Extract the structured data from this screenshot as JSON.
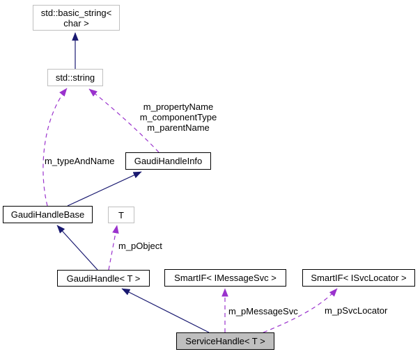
{
  "colors": {
    "background": "#ffffff",
    "text": "#000000",
    "inheritance_edge": "#191970",
    "usage_edge": "#9a32cd",
    "node_border": "#000000",
    "external_node_border": "#bfbfbf",
    "node_fill": "#ffffff",
    "selected_node_fill": "#bfbfbf"
  },
  "nodes": {
    "std_basic_string": {
      "lines": [
        "std::basic_string<",
        "char >"
      ]
    },
    "std_string": {
      "label": "std::string"
    },
    "gaudi_handle_info": {
      "label": "GaudiHandleInfo"
    },
    "gaudi_handle_base": {
      "label": "GaudiHandleBase"
    },
    "t": {
      "label": "T"
    },
    "gaudi_handle": {
      "label": "GaudiHandle< T >"
    },
    "smartif_imessagesvc": {
      "label": "SmartIF< IMessageSvc >"
    },
    "smartif_isvclocator": {
      "label": "SmartIF< ISvcLocator >"
    },
    "service_handle": {
      "label": "ServiceHandle< T >"
    }
  },
  "edge_labels": {
    "info_to_string": [
      "m_propertyName",
      "m_componentType",
      "m_parentName"
    ],
    "type_and_name": "m_typeAndName",
    "p_object": "m_pObject",
    "p_message_svc": "m_pMessageSvc",
    "p_svc_locator": "m_pSvcLocator"
  }
}
